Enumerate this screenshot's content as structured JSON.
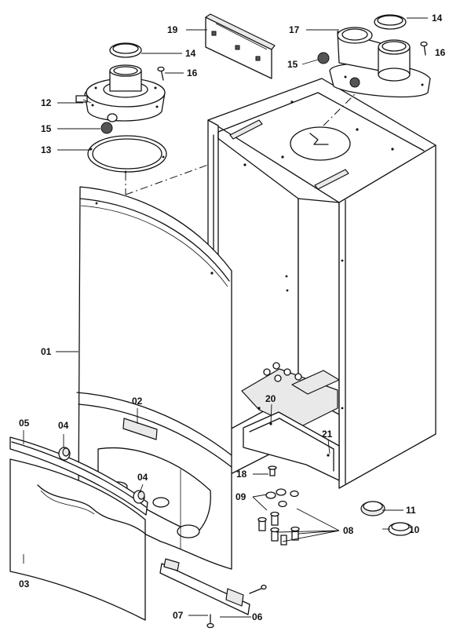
{
  "part_labels": {
    "p01": "01",
    "p02": "02",
    "p03": "03",
    "p04a": "04",
    "p04b": "04",
    "p05": "05",
    "p06": "06",
    "p07": "07",
    "p08": "08",
    "p09": "09",
    "p10": "10",
    "p11": "11",
    "p12": "12",
    "p13": "13",
    "p14a": "14",
    "p14b": "14",
    "p15a": "15",
    "p15b": "15",
    "p16a": "16",
    "p16b": "16",
    "p17": "17",
    "p18": "18",
    "p19": "19",
    "p20": "20",
    "p21": "21"
  }
}
